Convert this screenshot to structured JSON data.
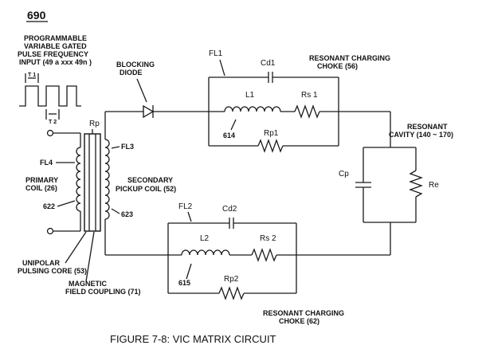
{
  "figure_number": "690",
  "caption": "FIGURE 7-8: VIC MATRIX CIRCUIT",
  "input_label": [
    "PROGRAMMABLE",
    "VARIABLE GATED",
    "PULSE FREQUENCY",
    "INPUT (49 a xxx 49n )"
  ],
  "pulse_t1": "T 1",
  "pulse_t2": "T 2",
  "blocking_diode": [
    "BLOCKING",
    "DIODE"
  ],
  "fl1": "FL1",
  "cd1": "Cd1",
  "choke56": [
    "RESONANT CHARGING",
    "CHOKE (56)"
  ],
  "l1": "L1",
  "rs1": "Rs 1",
  "rp1": "Rp1",
  "n614": "614",
  "resonant_cavity": [
    "RESONANT",
    "CAVITY (140 ~ 170)"
  ],
  "cp": "Cp",
  "re": "Re",
  "rp": "Rp",
  "fl3": "FL3",
  "fl4": "FL4",
  "primary_coil": [
    "PRIMARY",
    "COIL (26)"
  ],
  "n622": "622",
  "secondary_coil": [
    "SECONDARY",
    "PICKUP COIL (52)"
  ],
  "n623": "623",
  "fl2": "FL2",
  "cd2": "Cd2",
  "l2": "L2",
  "rs2": "Rs 2",
  "rp2": "Rp2",
  "n615": "615",
  "choke62": [
    "RESONANT CHARGING",
    "CHOKE (62)"
  ],
  "core": [
    "UNIPOLAR",
    "PULSING CORE (53)"
  ],
  "field": [
    "MAGNETIC",
    "FIELD COUPLING (71)"
  ]
}
